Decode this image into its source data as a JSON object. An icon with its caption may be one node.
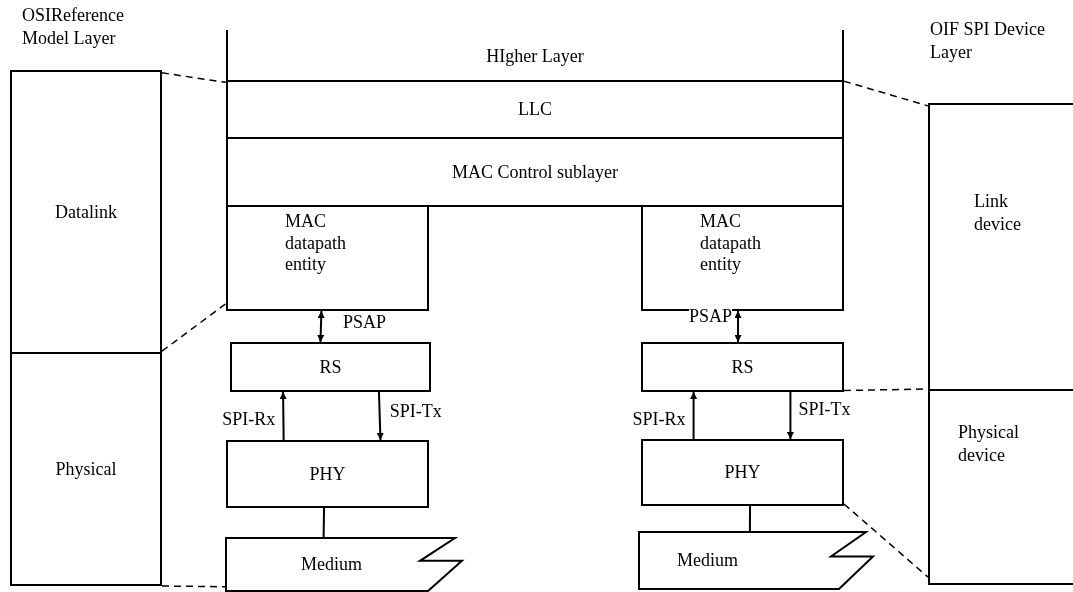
{
  "diagram": {
    "nodes": [
      {
        "text": [
          "HIgher Layer"
        ]
      },
      {
        "text": [
          "LLC"
        ]
      },
      {
        "text": [
          "MAC Control sublayer"
        ]
      },
      {
        "text": [
          "Datalink"
        ]
      },
      {
        "text": [
          "Physical"
        ]
      },
      {
        "text": [
          "MAC datapath entity"
        ]
      },
      {
        "text": [
          "MAC datapath entity"
        ]
      },
      {
        "text": [
          "Link device"
        ]
      },
      {
        "text": [
          "RS"
        ]
      },
      {
        "text": [
          "RS"
        ]
      },
      {
        "text": [
          "PHY"
        ]
      },
      {
        "text": [
          "PHY"
        ]
      },
      {
        "text": [
          "Physical device"
        ]
      },
      {
        "text": [
          "Medium"
        ]
      },
      {
        "text": [
          "Medium"
        ]
      }
    ],
    "edges": [
      {
        "from": 5,
        "to": 8,
        "arrow": "both",
        "label": "PSAP"
      },
      {
        "from": 10,
        "to": 8,
        "arrow": "to",
        "label": "SPI-Rx"
      },
      {
        "from": 8,
        "to": 10,
        "arrow": "to",
        "label": "SPI-Tx"
      },
      {
        "from": 10,
        "to": 13,
        "arrow": "none"
      },
      {
        "from": 6,
        "to": 9,
        "arrow": "both",
        "label": "PSAP"
      },
      {
        "from": 11,
        "to": 9,
        "arrow": "to",
        "label": "SPI-Rx"
      },
      {
        "from": 9,
        "to": 11,
        "arrow": "to",
        "label": "SPI-Tx"
      },
      {
        "from": 11,
        "to": 14,
        "arrow": "none"
      },
      {
        "from": 3,
        "to": 1,
        "arrow": "none",
        "style": "dashed"
      },
      {
        "from": 3,
        "to": 5,
        "arrow": "none",
        "style": "dashed"
      },
      {
        "from": 4,
        "to": 13,
        "arrow": "none",
        "style": "dashed"
      },
      {
        "from": 1,
        "to": 7,
        "arrow": "none",
        "style": "dashed"
      },
      {
        "from": 9,
        "to": 12,
        "arrow": "none",
        "style": "dashed"
      },
      {
        "from": 11,
        "to": 12,
        "arrow": "none",
        "style": "dashed"
      }
    ],
    "labels": [
      "OSIReference Model Layer",
      "OIF SPI Device Layer"
    ]
  }
}
